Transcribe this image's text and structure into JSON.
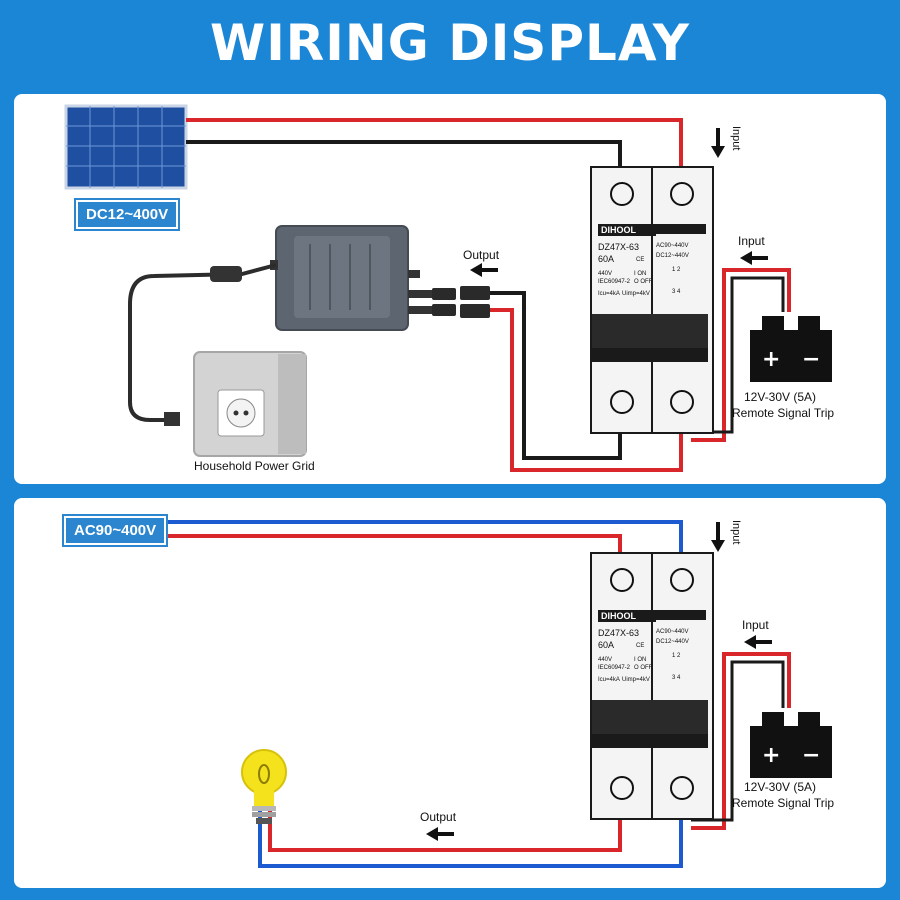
{
  "title": "WIRING DISPLAY",
  "top": {
    "source_tag": "DC12~400V",
    "grid_label": "Household Power Grid",
    "output_label": "Output",
    "input_label": "Input",
    "input_vertical_label": "Input",
    "battery_label_1": "12V-30V (5A)",
    "battery_label_2": "Remote Signal Trip"
  },
  "bottom": {
    "source_tag": "AC90~400V",
    "output_label": "Output",
    "input_label": "Input",
    "input_vertical_label": "Input",
    "battery_label_1": "12V-30V (5A)",
    "battery_label_2": "Remote Signal Trip"
  },
  "breaker": {
    "brand": "DIHOOL",
    "model": "DZ47X-63",
    "rating": "60A",
    "spec_1": "440V",
    "spec_2": "IEC60947-2",
    "spec_3": "Icu=4kA",
    "spec_4": "Uimp=4kV",
    "on": "I ON",
    "off": "O OFF",
    "trip_1": "AC90~440V",
    "trip_2": "DC12~440V",
    "terminals_top": "1 2",
    "terminals_bottom": "3 4",
    "ce": "CE"
  },
  "colors": {
    "red": "#d8262b",
    "black": "#1a1a1a",
    "blue": "#1c5ad1",
    "accent": "#1b86d6"
  }
}
